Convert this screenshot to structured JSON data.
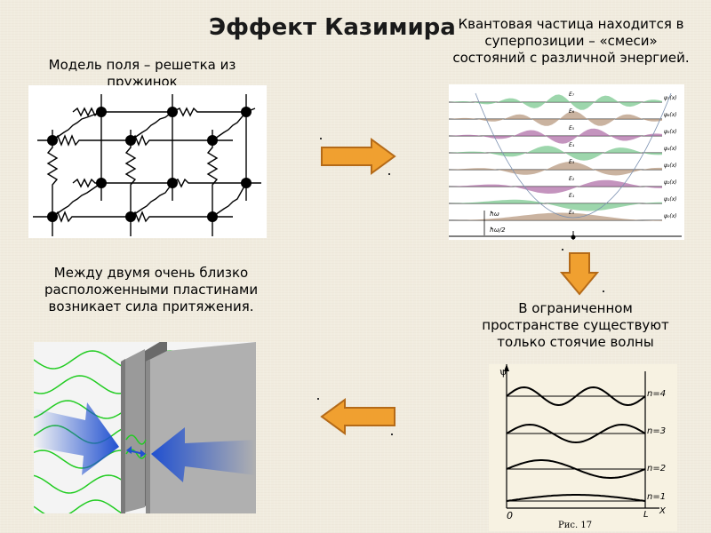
{
  "slide": {
    "title": "Эффект Казимира",
    "caption_lattice": "Модель поля – решетка из пружинок",
    "caption_quantum": "Квантовая частица находится в суперпозиции – «смеси» состояний с различной энергией.",
    "caption_plates": "Между двумя очень близко расположенными пластинами возникает сила притяжения.",
    "caption_standing": "В ограниченном пространстве существуют только стоячие волны"
  },
  "quantum_figure": {
    "energy_labels": [
      "E₇",
      "E₆",
      "E₅",
      "E₄",
      "E₃",
      "E₂",
      "E₁",
      "E₀"
    ],
    "psi_labels": [
      "ψ₇(x)",
      "ψ₆(x)",
      "ψ₅(x)",
      "ψ₄(x)",
      "ψ₃(x)",
      "ψ₂(x)",
      "ψ₁(x)",
      "ψ₀(x)"
    ],
    "hw_label": "ħω",
    "hw2_label": "ħω/2"
  },
  "standing_figure": {
    "axis_psi": "ψ",
    "axis_x": "X",
    "origin": "0",
    "end": "L",
    "mode_labels": [
      "n=4",
      "n=3",
      "n=2",
      "n=1"
    ],
    "fig_caption": "Рис. 17"
  },
  "colors": {
    "arrow_fill": "#f0a030",
    "arrow_stroke": "#b46a18",
    "wave_green": "#7cc890",
    "wave_brown": "#b89a80",
    "wave_purple": "#b070a8",
    "plate_wave": "#22cc22",
    "force_arrow": "#2050d0"
  }
}
